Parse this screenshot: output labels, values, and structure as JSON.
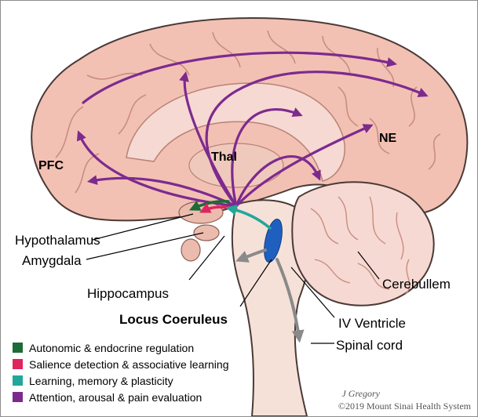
{
  "labels": {
    "pfc": "PFC",
    "thal": "Thal",
    "ne": "NE",
    "hypothalamus": "Hypothalamus",
    "amygdala": "Amygdala",
    "hippocampus": "Hippocampus",
    "locus_coeruleus": "Locus Coeruleus",
    "cerebullem": "Cerebullem",
    "iv_ventricle": "IV Ventricle",
    "spinal_cord": "Spinal cord"
  },
  "legend": [
    {
      "label": "Autonomic & endocrine regulation",
      "color": "#1d6b36"
    },
    {
      "label": "Salience detection & associative learning",
      "color": "#e0245e"
    },
    {
      "label": "Learning, memory & plasticity",
      "color": "#22a79a"
    },
    {
      "label": "Attention, arousal & pain evaluation",
      "color": "#7d2a8f"
    }
  ],
  "credit": {
    "author": "J Gregory",
    "copyright": "©2019 Mount Sinai Health System"
  },
  "colors": {
    "brain_fill": "#f2c1b4",
    "brain_outline": "#4a3a36",
    "cerebellum_fill": "#f6d9d2",
    "brainstem_fill": "#f6e1d8",
    "locus_coeruleus": "#1f5fbf",
    "projection_purple": "#7d2a8f",
    "arrow_gray": "#8a8a8a"
  }
}
